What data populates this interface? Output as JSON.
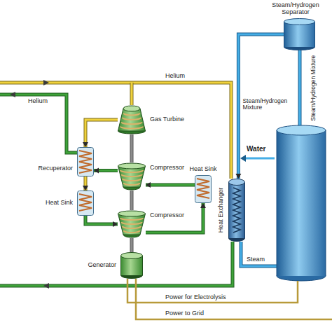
{
  "diagram": {
    "nodes": [
      {
        "text": [
          "Steam/Hydrogen Separator"
        ]
      },
      {
        "text": [
          "Gas Turbine"
        ]
      },
      {
        "text": [
          "Recuperator"
        ]
      },
      {
        "text": [
          "Compressor"
        ]
      },
      {
        "text": [
          "Heat Sink"
        ]
      },
      {
        "text": [
          "Heat Sink"
        ]
      },
      {
        "text": [
          "Compressor"
        ]
      },
      {
        "text": [
          "Heat Exchanger"
        ]
      },
      {
        "text": [
          "Generator"
        ]
      }
    ],
    "edges": [
      {
        "from": 1,
        "to": 2,
        "arrow": "to"
      },
      {
        "from": 2,
        "to": 5,
        "arrow": "to"
      },
      {
        "from": 5,
        "to": 6,
        "arrow": "to"
      },
      {
        "from": 6,
        "to": 4,
        "arrow": "to"
      },
      {
        "from": 4,
        "to": 3,
        "arrow": "to"
      },
      {
        "from": 3,
        "to": 2,
        "arrow": "to"
      },
      {
        "from": 0,
        "to": 7,
        "label": "Steam/Hydrogen Mixture",
        "arrow": "to"
      },
      {
        "from": 1,
        "to": 3,
        "arrow": "none"
      },
      {
        "from": 3,
        "to": 6,
        "arrow": "none"
      },
      {
        "from": 6,
        "to": 8,
        "arrow": "none"
      }
    ],
    "labels": [
      "Helium",
      "Helium",
      "Water",
      "Steam/Hydrogen Mixture",
      "Steam",
      "Power for Electrolysis",
      "Power to Grid"
    ]
  }
}
